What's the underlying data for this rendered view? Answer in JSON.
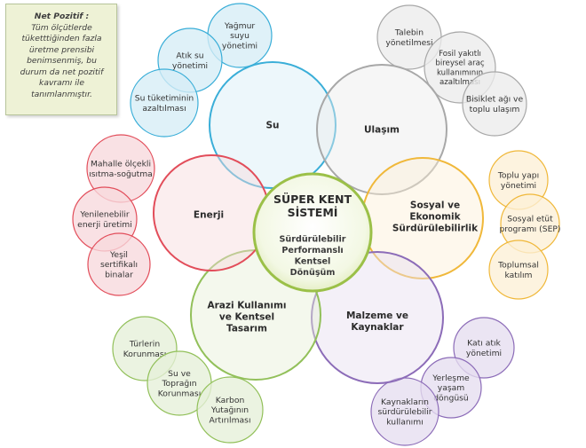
{
  "note": {
    "title": "Net Pozitif  :",
    "lines": [
      "Tüm ölçütlerde",
      "tüketttiğinden fazla",
      "üretme prensibi",
      "benimsenmiş, bu",
      "durum da net pozitif",
      "kavramı ile",
      "tanımlanmıştır."
    ]
  },
  "center": {
    "title_lines": [
      "SÜPER KENT",
      "SİSTEMİ"
    ],
    "subtitle_lines": [
      "Sürdürülebilir",
      "Performanslı",
      "Kentsel",
      "Dönüşüm"
    ]
  },
  "pillars": [
    {
      "id": "su",
      "lines": [
        "Su"
      ],
      "color": "#3aaed8",
      "fill": "#d6edf6",
      "satellites": [
        {
          "lines": [
            "Yağmur",
            "suyu",
            "yönetimi"
          ]
        },
        {
          "lines": [
            "Atık su",
            "yönetimi"
          ]
        },
        {
          "lines": [
            "Su tüketiminin",
            "azaltılması"
          ]
        }
      ]
    },
    {
      "id": "ulasim",
      "lines": [
        "Ulaşım"
      ],
      "color": "#a8a8a8",
      "fill": "#ececec",
      "satellites": [
        {
          "lines": [
            "Talebin",
            "yönetilmesi"
          ]
        },
        {
          "lines": [
            "Fosil yakıtlı",
            "bireysel araç",
            "kullanımının",
            "azaltılması"
          ]
        },
        {
          "lines": [
            "Bisiklet ağı ve",
            "toplu ulaşım"
          ]
        }
      ]
    },
    {
      "id": "sosyal",
      "lines": [
        "Sosyal ve",
        "Ekonomik",
        "Sürdürülebilirlik"
      ],
      "color": "#f0b83a",
      "fill": "#fcf0d6",
      "satellites": [
        {
          "lines": [
            "Toplu yapı",
            "yönetimi"
          ]
        },
        {
          "lines": [
            "Sosyal etüt",
            "programı (SEP)"
          ]
        },
        {
          "lines": [
            "Toplumsal",
            "katılım"
          ]
        }
      ]
    },
    {
      "id": "malzeme",
      "lines": [
        "Malzeme ve",
        "Kaynaklar"
      ],
      "color": "#8c6cb8",
      "fill": "#e6def0",
      "satellites": [
        {
          "lines": [
            "Katı atık",
            "yönetimi"
          ]
        },
        {
          "lines": [
            "Yerleşme",
            "yaşam",
            "döngüsü"
          ]
        },
        {
          "lines": [
            "Kaynakların",
            "sürdürülebilir",
            "kullanımı"
          ]
        }
      ]
    },
    {
      "id": "arazi",
      "lines": [
        "Arazi Kullanımı",
        "ve Kentsel",
        "Tasarım"
      ],
      "color": "#92c05a",
      "fill": "#e6f0d8",
      "satellites": [
        {
          "lines": [
            "Türlerin",
            "Korunması"
          ]
        },
        {
          "lines": [
            "Su ve",
            "Toprağın",
            "Korunması"
          ]
        },
        {
          "lines": [
            "Karbon",
            "Yutağının",
            "Artırılması"
          ]
        }
      ]
    },
    {
      "id": "enerji",
      "lines": [
        "Enerji"
      ],
      "color": "#e24d5a",
      "fill": "#f7d9dc",
      "satellites": [
        {
          "lines": [
            "Mahalle ölçekli",
            "ısıtma-soğutma"
          ]
        },
        {
          "lines": [
            "Yenilenebilir",
            "enerji üretimi"
          ]
        },
        {
          "lines": [
            "Yeşil",
            "sertifikalı",
            "binalar"
          ]
        }
      ]
    }
  ]
}
